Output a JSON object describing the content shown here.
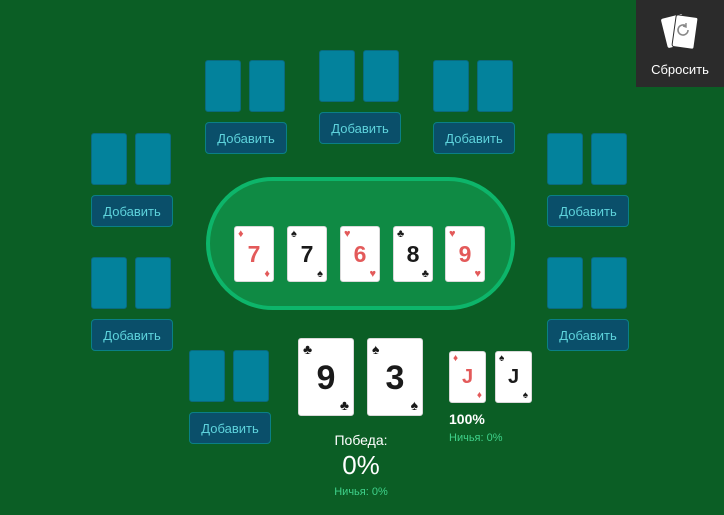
{
  "reset_button": {
    "label": "Сбросить",
    "icon": "reset-cards-icon"
  },
  "seats": [
    {
      "id": "top-left",
      "add_label": "Добавить"
    },
    {
      "id": "top-center",
      "add_label": "Добавить"
    },
    {
      "id": "top-right",
      "add_label": "Добавить"
    },
    {
      "id": "upper-left",
      "add_label": "Добавить"
    },
    {
      "id": "upper-right",
      "add_label": "Добавить"
    },
    {
      "id": "lower-left",
      "add_label": "Добавить"
    },
    {
      "id": "lower-right",
      "add_label": "Добавить"
    },
    {
      "id": "bottom-left",
      "add_label": "Добавить"
    }
  ],
  "board": [
    {
      "rank": "7",
      "suit": "♦",
      "color": "red"
    },
    {
      "rank": "7",
      "suit": "♠",
      "color": "black"
    },
    {
      "rank": "6",
      "suit": "♥",
      "color": "red"
    },
    {
      "rank": "8",
      "suit": "♣",
      "color": "black"
    },
    {
      "rank": "9",
      "suit": "♥",
      "color": "red"
    }
  ],
  "hero": {
    "cards": [
      {
        "rank": "9",
        "suit": "♣",
        "color": "black"
      },
      {
        "rank": "3",
        "suit": "♠",
        "color": "black"
      }
    ],
    "win_label": "Победа:",
    "win_value": "0%",
    "tie_text": "Ничья: 0%"
  },
  "villain": {
    "cards": [
      {
        "rank": "J",
        "suit": "♦",
        "color": "red"
      },
      {
        "rank": "J",
        "suit": "♠",
        "color": "black"
      }
    ],
    "win_value": "100%",
    "tie_text": "Ничья: 0%"
  },
  "colors": {
    "felt": "#0b5e25",
    "table": "#0f8a44",
    "table_border": "#0db56a",
    "card_back": "#03829c",
    "accent_text": "#3fd18a",
    "red_suit": "#e35a5a"
  }
}
